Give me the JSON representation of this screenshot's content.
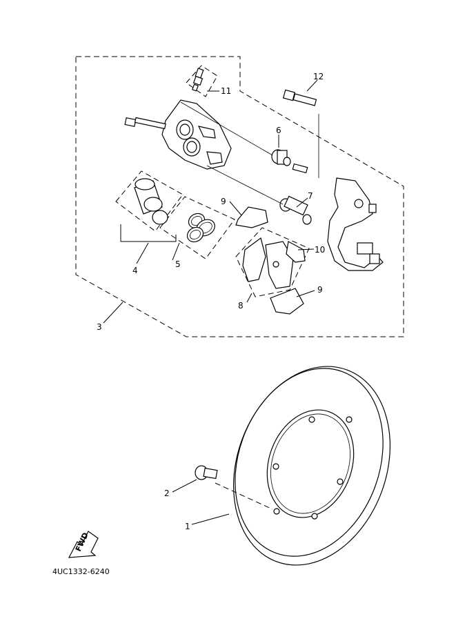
{
  "diagram_code": "4UC1332-6240",
  "fwd_label": "FWD",
  "callouts": {
    "c1": "1",
    "c2": "2",
    "c3": "3",
    "c4": "4",
    "c5": "5",
    "c6": "6",
    "c7": "7",
    "c8": "8",
    "c9a": "9",
    "c9b": "9",
    "c10": "10",
    "c11": "11",
    "c12": "12"
  }
}
